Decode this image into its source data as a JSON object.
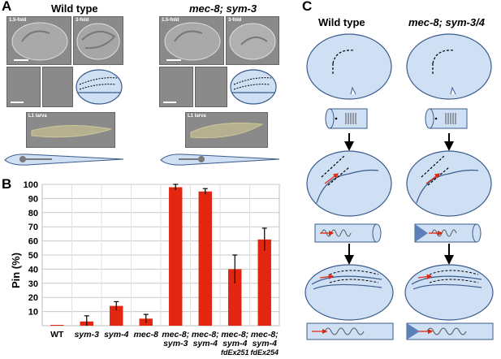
{
  "panels": {
    "a": "A",
    "b": "B",
    "c": "C"
  },
  "panel_a": {
    "wild_type_title": "Wild type",
    "mutant_title": "mec-8; sym-3",
    "stage_1_5_fold": "1.5-fold",
    "stage_3_fold": "3-fold",
    "stage_l1": "L1 larva"
  },
  "panel_c": {
    "wild_type_title": "Wild type",
    "mutant_title": "mec-8; sym-3/4"
  },
  "chart_data": {
    "type": "bar",
    "ylabel": "Pin (%)",
    "ylim": [
      0,
      100
    ],
    "yticks": [
      10,
      20,
      30,
      40,
      50,
      60,
      70,
      80,
      90,
      100
    ],
    "categories": [
      [
        "WT"
      ],
      [
        "sym-3"
      ],
      [
        "sym-4"
      ],
      [
        "mec-8"
      ],
      [
        "mec-8;",
        "sym-3"
      ],
      [
        "mec-8;",
        "sym-4"
      ],
      [
        "mec-8;",
        "sym-4",
        "fdEx251"
      ],
      [
        "mec-8;",
        "sym-4",
        "fdEx254"
      ]
    ],
    "values": [
      0,
      3,
      14,
      5,
      98,
      95,
      40,
      61
    ],
    "errors": [
      0,
      4,
      3,
      3,
      2,
      2,
      10,
      8
    ],
    "bar_color": "#e3260f",
    "grid": true
  },
  "colors": {
    "embryo_fill": "#cfe0f5",
    "embryo_stroke": "#3a5b8c",
    "arrow_red": "#e3260f"
  }
}
